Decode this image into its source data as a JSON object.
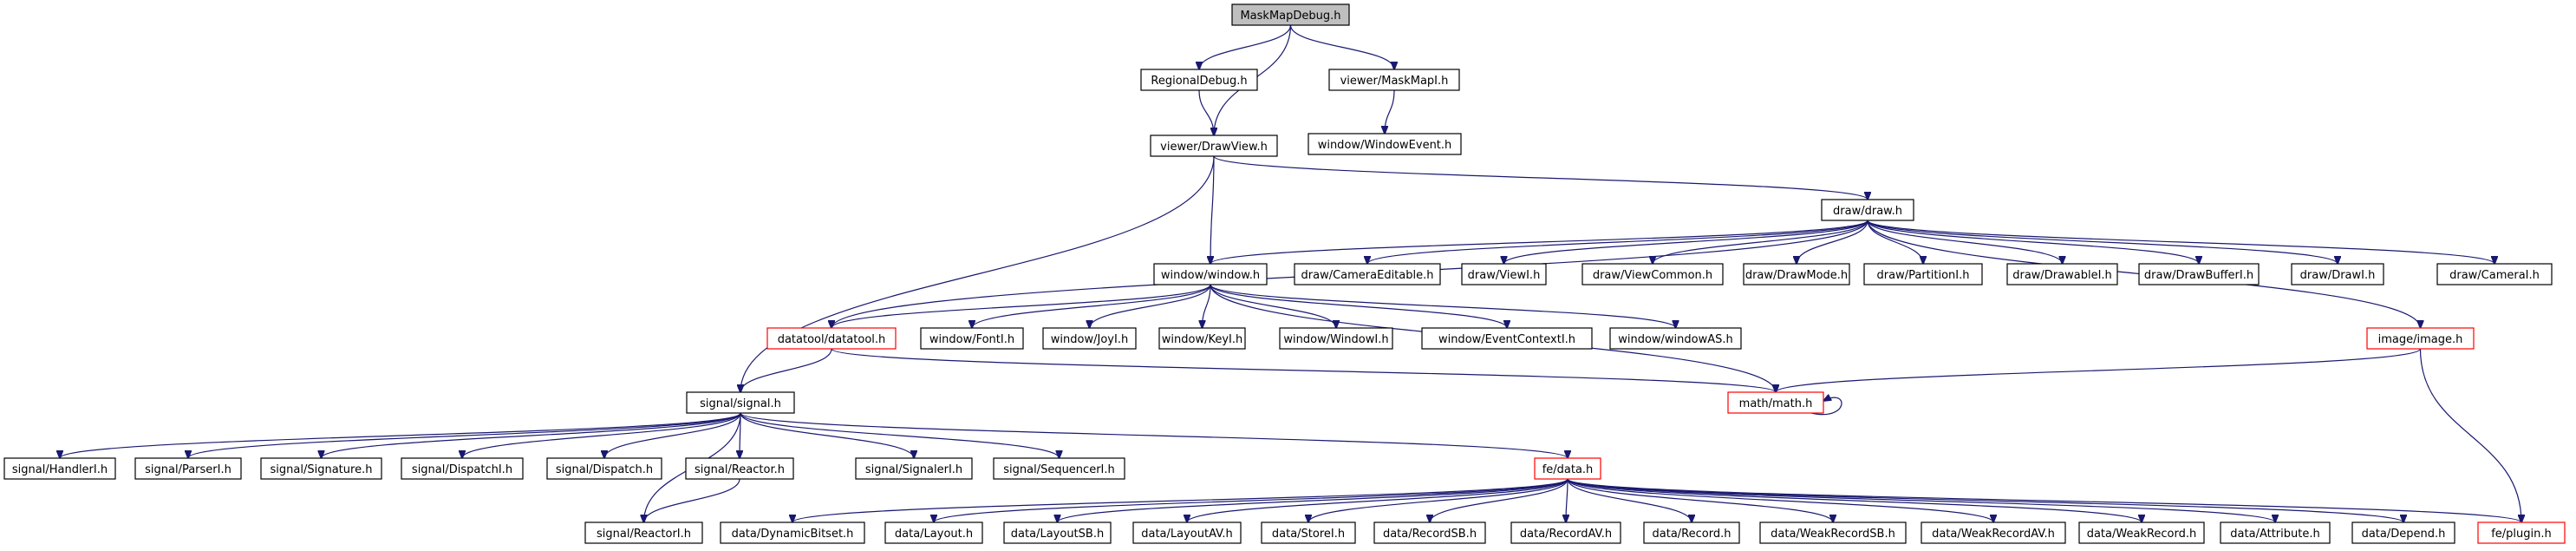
{
  "graph": {
    "nodes": [
      {
        "id": "maskmapdebug",
        "label": "MaskMapDebug.h",
        "style": "root"
      },
      {
        "id": "regionaldebug",
        "label": "RegionalDebug.h",
        "style": "normal"
      },
      {
        "id": "maskmapi",
        "label": "viewer/MaskMapI.h",
        "style": "normal"
      },
      {
        "id": "windowevent",
        "label": "window/WindowEvent.h",
        "style": "normal"
      },
      {
        "id": "drawview",
        "label": "viewer/DrawView.h",
        "style": "normal"
      },
      {
        "id": "draw",
        "label": "draw/draw.h",
        "style": "normal"
      },
      {
        "id": "window",
        "label": "window/window.h",
        "style": "normal"
      },
      {
        "id": "cameraeditable",
        "label": "draw/CameraEditable.h",
        "style": "normal"
      },
      {
        "id": "viewi",
        "label": "draw/ViewI.h",
        "style": "normal"
      },
      {
        "id": "viewcommon",
        "label": "draw/ViewCommon.h",
        "style": "normal"
      },
      {
        "id": "drawmode",
        "label": "draw/DrawMode.h",
        "style": "normal"
      },
      {
        "id": "partitioni",
        "label": "draw/PartitionI.h",
        "style": "normal"
      },
      {
        "id": "drawablei",
        "label": "draw/DrawableI.h",
        "style": "normal"
      },
      {
        "id": "drawbufferi",
        "label": "draw/DrawBufferI.h",
        "style": "normal"
      },
      {
        "id": "drawi",
        "label": "draw/DrawI.h",
        "style": "normal"
      },
      {
        "id": "camerai",
        "label": "draw/CameraI.h",
        "style": "normal"
      },
      {
        "id": "datatool",
        "label": "datatool/datatool.h",
        "style": "red"
      },
      {
        "id": "fonti",
        "label": "window/FontI.h",
        "style": "normal"
      },
      {
        "id": "joyi",
        "label": "window/JoyI.h",
        "style": "normal"
      },
      {
        "id": "keyi",
        "label": "window/KeyI.h",
        "style": "normal"
      },
      {
        "id": "windowi",
        "label": "window/WindowI.h",
        "style": "normal"
      },
      {
        "id": "eventcontexti",
        "label": "window/EventContextI.h",
        "style": "normal"
      },
      {
        "id": "windowas",
        "label": "window/windowAS.h",
        "style": "normal"
      },
      {
        "id": "image",
        "label": "image/image.h",
        "style": "red"
      },
      {
        "id": "signal",
        "label": "signal/signal.h",
        "style": "normal"
      },
      {
        "id": "math",
        "label": "math/math.h",
        "style": "red"
      },
      {
        "id": "handleri",
        "label": "signal/HandlerI.h",
        "style": "normal"
      },
      {
        "id": "parseri",
        "label": "signal/ParserI.h",
        "style": "normal"
      },
      {
        "id": "signature",
        "label": "signal/Signature.h",
        "style": "normal"
      },
      {
        "id": "dispatchi",
        "label": "signal/DispatchI.h",
        "style": "normal"
      },
      {
        "id": "dispatch",
        "label": "signal/Dispatch.h",
        "style": "normal"
      },
      {
        "id": "reactor",
        "label": "signal/Reactor.h",
        "style": "normal"
      },
      {
        "id": "signaleri",
        "label": "signal/SignalerI.h",
        "style": "normal"
      },
      {
        "id": "sequenceri",
        "label": "signal/SequencerI.h",
        "style": "normal"
      },
      {
        "id": "fedata",
        "label": "fe/data.h",
        "style": "red"
      },
      {
        "id": "reactori",
        "label": "signal/ReactorI.h",
        "style": "normal"
      },
      {
        "id": "dynamicbitset",
        "label": "data/DynamicBitset.h",
        "style": "normal"
      },
      {
        "id": "layout",
        "label": "data/Layout.h",
        "style": "normal"
      },
      {
        "id": "layoutsb",
        "label": "data/LayoutSB.h",
        "style": "normal"
      },
      {
        "id": "layoutav",
        "label": "data/LayoutAV.h",
        "style": "normal"
      },
      {
        "id": "storei",
        "label": "data/StoreI.h",
        "style": "normal"
      },
      {
        "id": "recordsb",
        "label": "data/RecordSB.h",
        "style": "normal"
      },
      {
        "id": "recordav",
        "label": "data/RecordAV.h",
        "style": "normal"
      },
      {
        "id": "record",
        "label": "data/Record.h",
        "style": "normal"
      },
      {
        "id": "weakrecordsb",
        "label": "data/WeakRecordSB.h",
        "style": "normal"
      },
      {
        "id": "weakrecordav",
        "label": "data/WeakRecordAV.h",
        "style": "normal"
      },
      {
        "id": "weakrecord",
        "label": "data/WeakRecord.h",
        "style": "normal"
      },
      {
        "id": "attribute",
        "label": "data/Attribute.h",
        "style": "normal"
      },
      {
        "id": "depend",
        "label": "data/Depend.h",
        "style": "normal"
      },
      {
        "id": "plugin",
        "label": "fe/plugin.h",
        "style": "red"
      }
    ],
    "edges": [
      [
        "maskmapdebug",
        "regionaldebug"
      ],
      [
        "maskmapdebug",
        "drawview"
      ],
      [
        "maskmapdebug",
        "maskmapi"
      ],
      [
        "regionaldebug",
        "drawview"
      ],
      [
        "maskmapi",
        "windowevent"
      ],
      [
        "drawview",
        "signal"
      ],
      [
        "drawview",
        "window"
      ],
      [
        "drawview",
        "draw"
      ],
      [
        "draw",
        "window"
      ],
      [
        "draw",
        "cameraeditable"
      ],
      [
        "draw",
        "viewi"
      ],
      [
        "draw",
        "viewcommon"
      ],
      [
        "draw",
        "drawmode"
      ],
      [
        "draw",
        "partitioni"
      ],
      [
        "draw",
        "drawablei"
      ],
      [
        "draw",
        "drawbufferi"
      ],
      [
        "draw",
        "drawi"
      ],
      [
        "draw",
        "camerai"
      ],
      [
        "draw",
        "image"
      ],
      [
        "draw",
        "datatool"
      ],
      [
        "window",
        "datatool"
      ],
      [
        "window",
        "fonti"
      ],
      [
        "window",
        "joyi"
      ],
      [
        "window",
        "keyi"
      ],
      [
        "window",
        "windowi"
      ],
      [
        "window",
        "eventcontexti"
      ],
      [
        "window",
        "windowas"
      ],
      [
        "window",
        "math"
      ],
      [
        "datatool",
        "signal"
      ],
      [
        "datatool",
        "math"
      ],
      [
        "image",
        "math"
      ],
      [
        "image",
        "plugin"
      ],
      [
        "math",
        "math"
      ],
      [
        "signal",
        "handleri"
      ],
      [
        "signal",
        "parseri"
      ],
      [
        "signal",
        "signature"
      ],
      [
        "signal",
        "dispatchi"
      ],
      [
        "signal",
        "dispatch"
      ],
      [
        "signal",
        "reactor"
      ],
      [
        "signal",
        "signaleri"
      ],
      [
        "signal",
        "sequenceri"
      ],
      [
        "signal",
        "fedata"
      ],
      [
        "signal",
        "reactori"
      ],
      [
        "reactor",
        "reactori"
      ],
      [
        "fedata",
        "dynamicbitset"
      ],
      [
        "fedata",
        "layout"
      ],
      [
        "fedata",
        "layoutsb"
      ],
      [
        "fedata",
        "layoutav"
      ],
      [
        "fedata",
        "storei"
      ],
      [
        "fedata",
        "recordsb"
      ],
      [
        "fedata",
        "recordav"
      ],
      [
        "fedata",
        "record"
      ],
      [
        "fedata",
        "weakrecordsb"
      ],
      [
        "fedata",
        "weakrecordav"
      ],
      [
        "fedata",
        "weakrecord"
      ],
      [
        "fedata",
        "attribute"
      ],
      [
        "fedata",
        "depend"
      ],
      [
        "fedata",
        "plugin"
      ]
    ],
    "colors": {
      "edge": "#191970",
      "root_fill": "#bfbfbf",
      "red_border": "#ff0000",
      "border": "#000000"
    }
  }
}
